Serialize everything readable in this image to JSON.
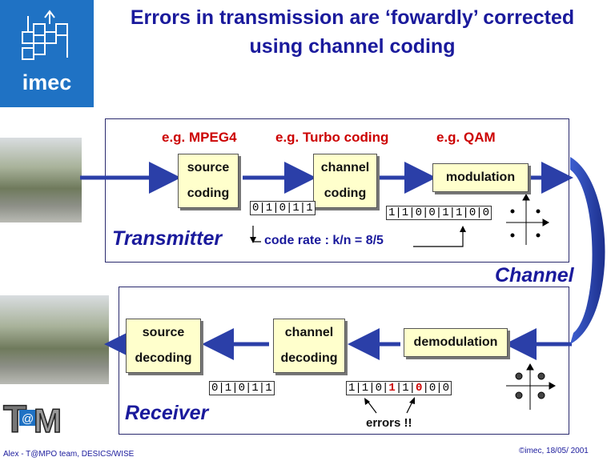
{
  "title": {
    "line1": "Errors in transmission are ‘fowardly’ corrected",
    "line2": "using channel coding"
  },
  "logo": {
    "text": "imec"
  },
  "transmitter": {
    "label": "Transmitter",
    "examples": [
      "e.g. MPEG4",
      "e.g. Turbo coding",
      "e.g. QAM"
    ],
    "source_block": [
      "source",
      "coding"
    ],
    "channel_block": [
      "channel",
      "coding"
    ],
    "modulation_block": "modulation",
    "bits_in": "0|1|0|1|1",
    "bits_out": "1|1|0|0|1|1|0|0",
    "code_rate": "code rate : k/n = 8/5"
  },
  "channel_label": "Channel",
  "receiver": {
    "label": "Receiver",
    "source_block": [
      "source",
      "decoding"
    ],
    "channel_block": [
      "channel",
      "decoding"
    ],
    "demodulation_block": "demodulation",
    "bits_out": "0|1|0|1|1",
    "bits_in_prefix": "1|1|0|",
    "bits_in_err1": "1",
    "bits_in_mid": "|1|",
    "bits_in_err2": "0",
    "bits_in_suffix": "|0|0",
    "errors_label": "errors !!"
  },
  "footer": {
    "left": "Alex - T@MPO team, DESICS/WISE",
    "right": "©imec, 18/05/ 2001"
  },
  "colors": {
    "accent_blue": "#1a1a9c",
    "error_red": "#cc0000",
    "block_fill": "#ffffcc",
    "arrow_blue": "#2b3fa8"
  }
}
